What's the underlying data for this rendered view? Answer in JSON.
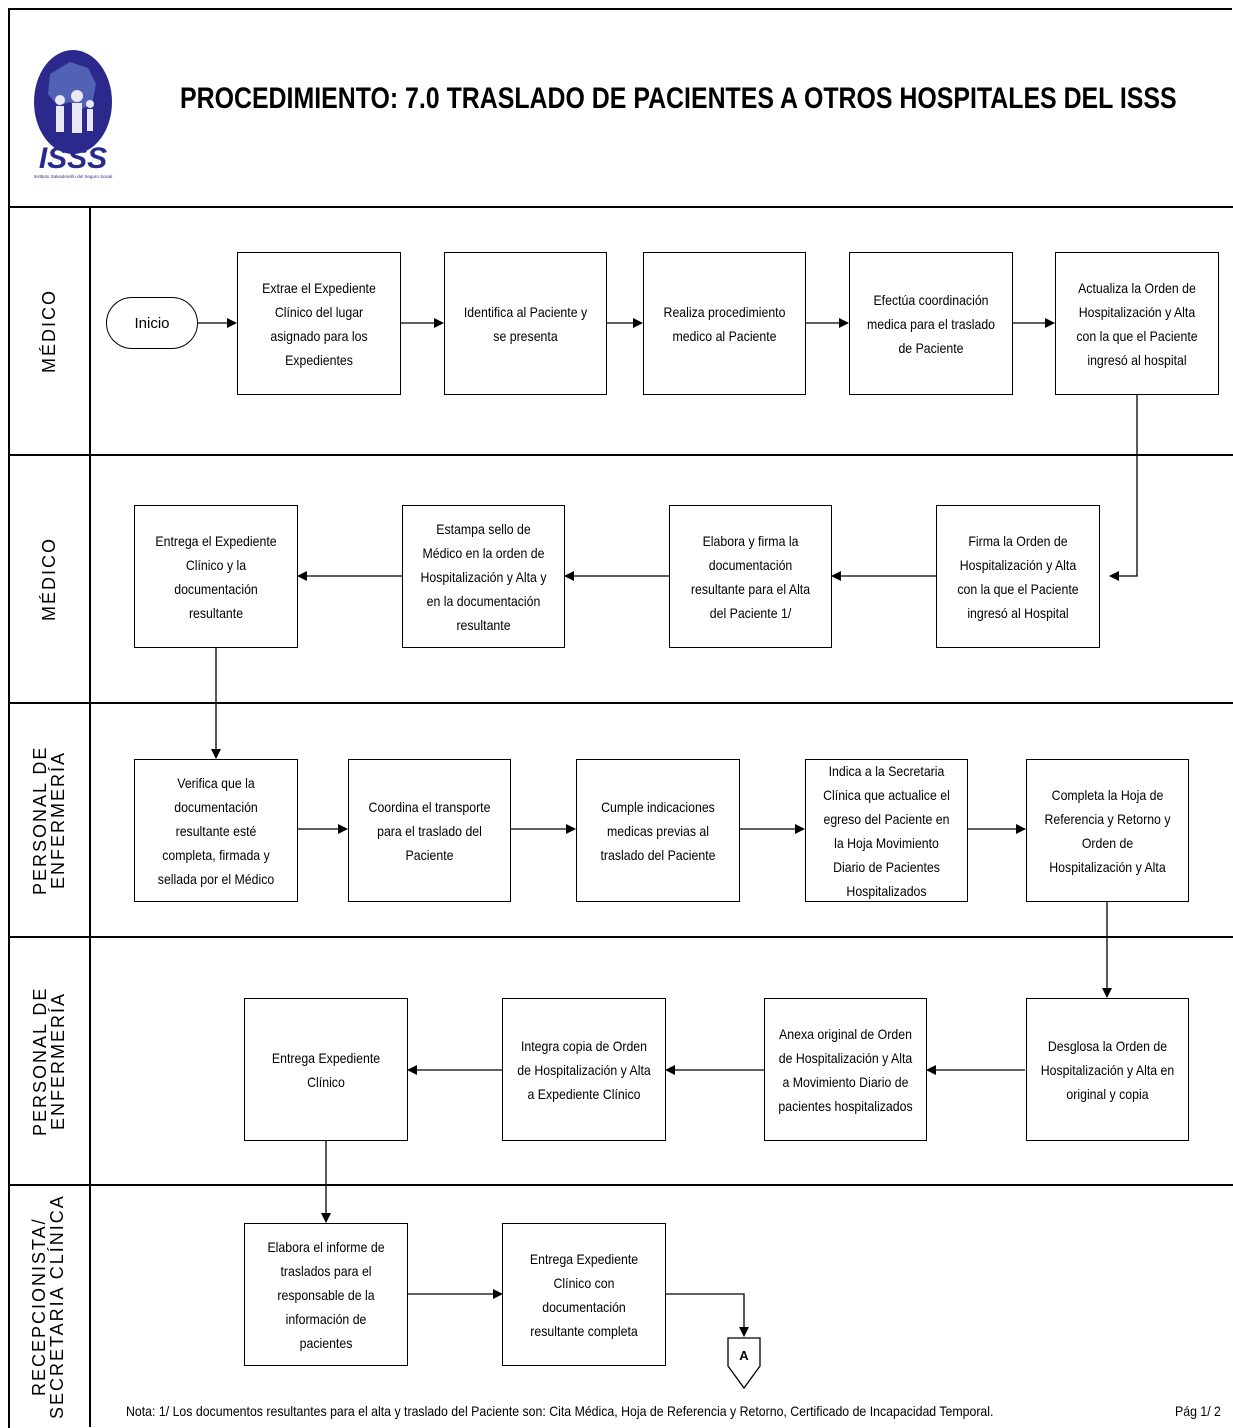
{
  "title": "PROCEDIMIENTO: 7.0 TRASLADO DE PACIENTES A OTROS HOSPITALES DEL ISSS",
  "logo": {
    "text": "ISSS",
    "subtext": "Instituto Salvadoreño del Seguro Social",
    "color": "#2b2a8c"
  },
  "lanes": [
    {
      "label": "MÉDICO"
    },
    {
      "label": "MÉDICO"
    },
    {
      "label": "PERSONAL DE ENFERMERÍA"
    },
    {
      "label": "PERSONAL DE ENFERMERÍA"
    },
    {
      "label": "RECEPCIONISTA/ SECRETARIA CLÍNICA"
    }
  ],
  "start": "Inicio",
  "steps": [
    "Extrae el  Expediente Clínico del lugar asignado para los Expedientes",
    "Identifica al Paciente y se presenta",
    "Realiza procedimiento medico  al Paciente",
    "Efectúa coordinación medica para el traslado de Paciente",
    "Actualiza la Orden de Hospitalización y Alta con la que el Paciente ingresó al hospital",
    "Firma la Orden de Hospitalización y Alta con la que el Paciente ingresó al Hospital",
    "Elabora y firma  la documentación resultante para el Alta del Paciente 1/",
    "Estampa sello de Médico en la orden de Hospitalización y Alta y en la documentación resultante",
    "Entrega el Expediente Clínico y la documentación resultante",
    "Verifica que la documentación resultante esté completa, firmada y sellada por el Médico",
    "Coordina el transporte para el traslado del Paciente",
    "Cumple indicaciones medicas previas al traslado del Paciente",
    "Indica a la Secretaria Clínica que actualice el egreso del Paciente en la Hoja Movimiento Diario de Pacientes Hospitalizados",
    "Completa la Hoja de Referencia y Retorno y Orden de Hospitalización y Alta",
    "Desglosa la Orden de Hospitalización y Alta en original y copia",
    "Anexa original de Orden de Hospitalización y Alta a Movimiento Diario de pacientes hospitalizados",
    "Integra copia de Orden de Hospitalización y Alta  a Expediente Clínico",
    "Entrega Expediente Clínico",
    "Elabora el informe de traslados para el responsable de la información de pacientes",
    "Entrega Expediente Clínico con documentación resultante completa"
  ],
  "offpage_connector": "A",
  "note": "Nota: 1/ Los documentos resultantes para el alta y traslado del Paciente son: Cita Médica, Hoja de Referencia y Retorno, Certificado de Incapacidad Temporal.",
  "page": "Pág 1/ 2"
}
